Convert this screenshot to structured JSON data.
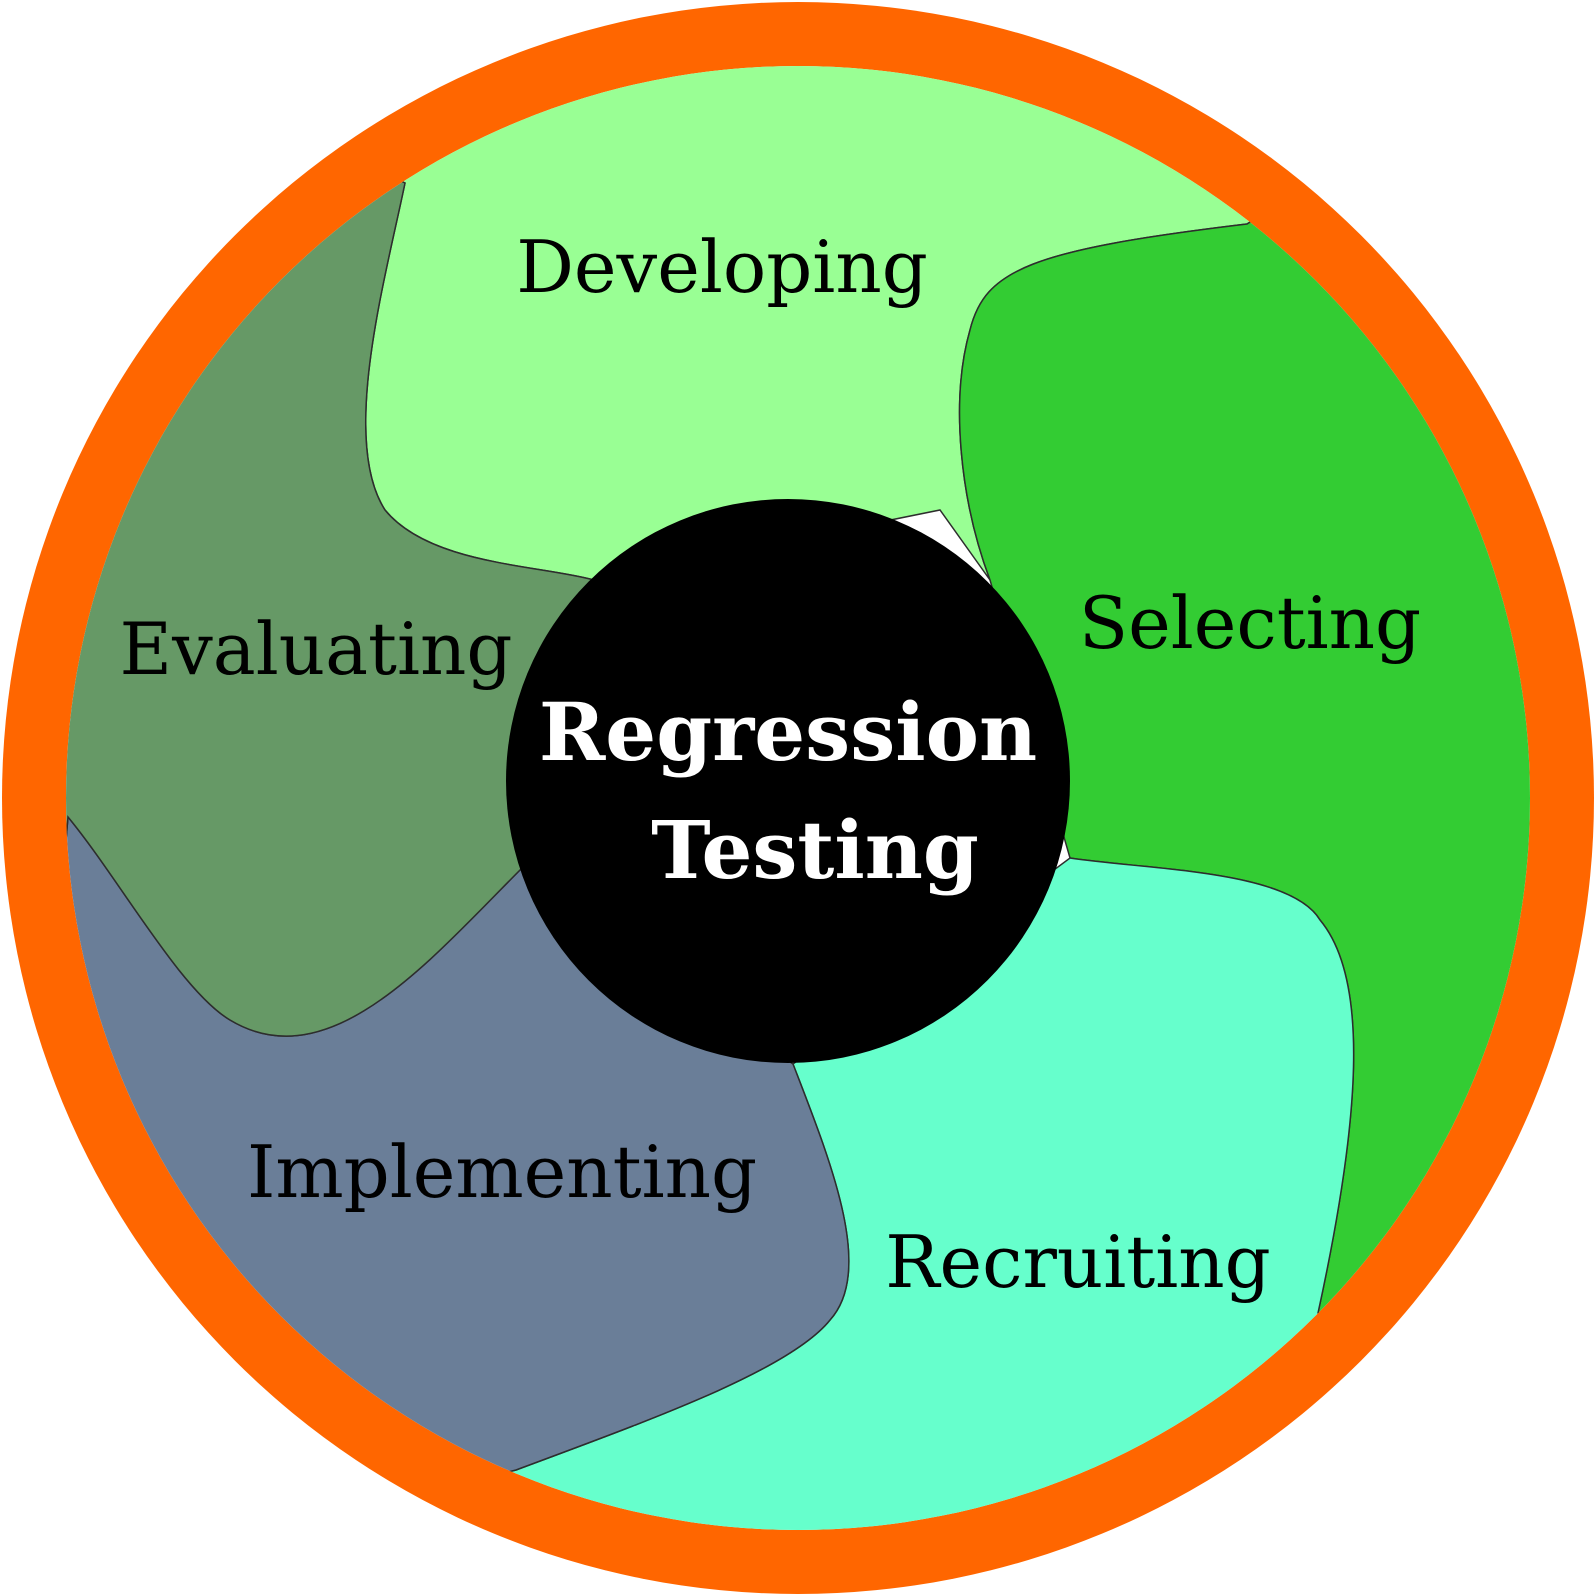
{
  "diagram": {
    "center": {
      "line1": "Regression",
      "line2": "Testing"
    },
    "segments": [
      {
        "id": "developing",
        "label": "Developing",
        "color": "#99ff94"
      },
      {
        "id": "selecting",
        "label": "Selecting",
        "color": "#33cc33"
      },
      {
        "id": "recruiting",
        "label": "Recruiting",
        "color": "#66ffcc"
      },
      {
        "id": "implementing",
        "label": "Implementing",
        "color": "#6a7e98"
      },
      {
        "id": "evaluating",
        "label": "Evaluating",
        "color": "#669966"
      }
    ],
    "colors": {
      "ring": "#ff6600",
      "center": "#000000",
      "center_text": "#ffffff",
      "label_text": "#000000",
      "outline": "#2d2d2d"
    }
  }
}
